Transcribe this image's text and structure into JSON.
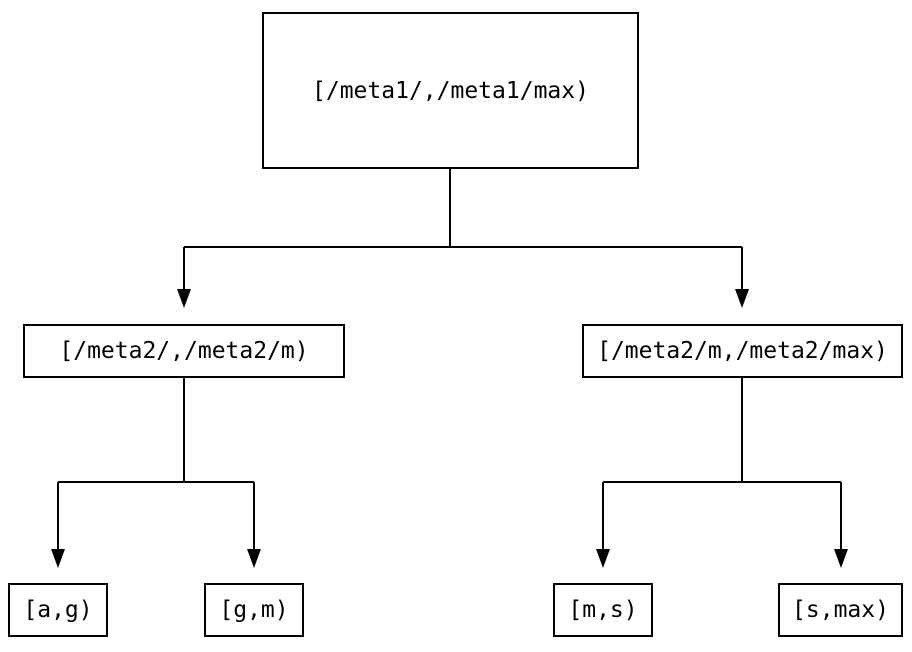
{
  "diagram": {
    "type": "tree",
    "colors": {
      "line": "#000000",
      "text": "#000000",
      "background": "#ffffff",
      "node_fill": "#ffffff"
    },
    "root": {
      "label": "[/meta1/,/meta1/max)"
    },
    "children": [
      {
        "label": "[/meta2/,/meta2/m)",
        "children": [
          {
            "label": "[a,g)"
          },
          {
            "label": "[g,m)"
          }
        ]
      },
      {
        "label": "[/meta2/m,/meta2/max)",
        "children": [
          {
            "label": "[m,s)"
          },
          {
            "label": "[s,max)"
          }
        ]
      }
    ]
  }
}
